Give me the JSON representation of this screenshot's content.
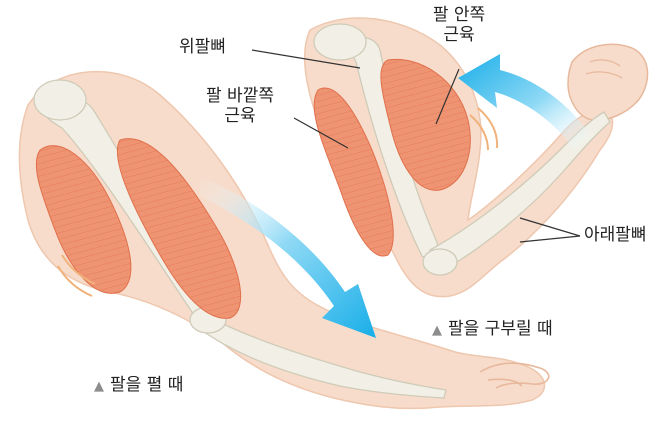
{
  "labels": {
    "upper_arm_bone": "위팔뼈",
    "inner_muscle_line1": "팔 안쪽",
    "inner_muscle_line2": "근육",
    "outer_muscle_line1": "팔 바깥쪽",
    "outer_muscle_line2": "근육",
    "forearm_bone": "아래팔뼈"
  },
  "captions": {
    "bending": "팔을 구부릴 때",
    "straightening": "팔을 펼 때"
  },
  "colors": {
    "skin": "#f7dccb",
    "skin_edge": "#eec7ae",
    "muscle": "#ef9472",
    "muscle_dark": "#e0704c",
    "bone": "#f2f0e6",
    "bone_edge": "#cfcbb8",
    "arrow": "#18aee8",
    "arrow_light": "#bfe9f9",
    "leader_line": "#333333",
    "triangle": "#8c8c8c"
  }
}
